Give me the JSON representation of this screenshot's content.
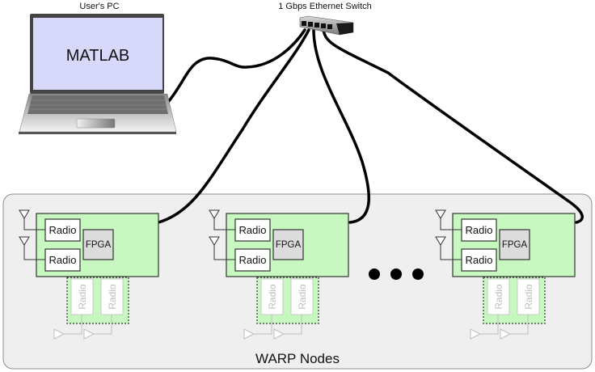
{
  "pc": {
    "label": "User's PC",
    "screen_text": "MATLAB",
    "screen_color": "#d8d8fb"
  },
  "switch": {
    "label": "1 Gbps Ethernet Switch",
    "ports": 5
  },
  "group": {
    "label": "WARP Nodes",
    "bg_color": "#efefef"
  },
  "nodes": [
    {
      "radios": [
        "Radio",
        "Radio"
      ],
      "fpga": "FPGA",
      "expansion": [
        "Radio",
        "Radio"
      ]
    },
    {
      "radios": [
        "Radio",
        "Radio"
      ],
      "fpga": "FPGA",
      "expansion": [
        "Radio",
        "Radio"
      ]
    },
    {
      "radios": [
        "Radio",
        "Radio"
      ],
      "fpga": "FPGA",
      "expansion": [
        "Radio",
        "Radio"
      ]
    }
  ],
  "ellipsis": "more nodes",
  "colors": {
    "board": "#c6f8c0",
    "fpga": "#dcdcdc",
    "cable": "#000000"
  }
}
